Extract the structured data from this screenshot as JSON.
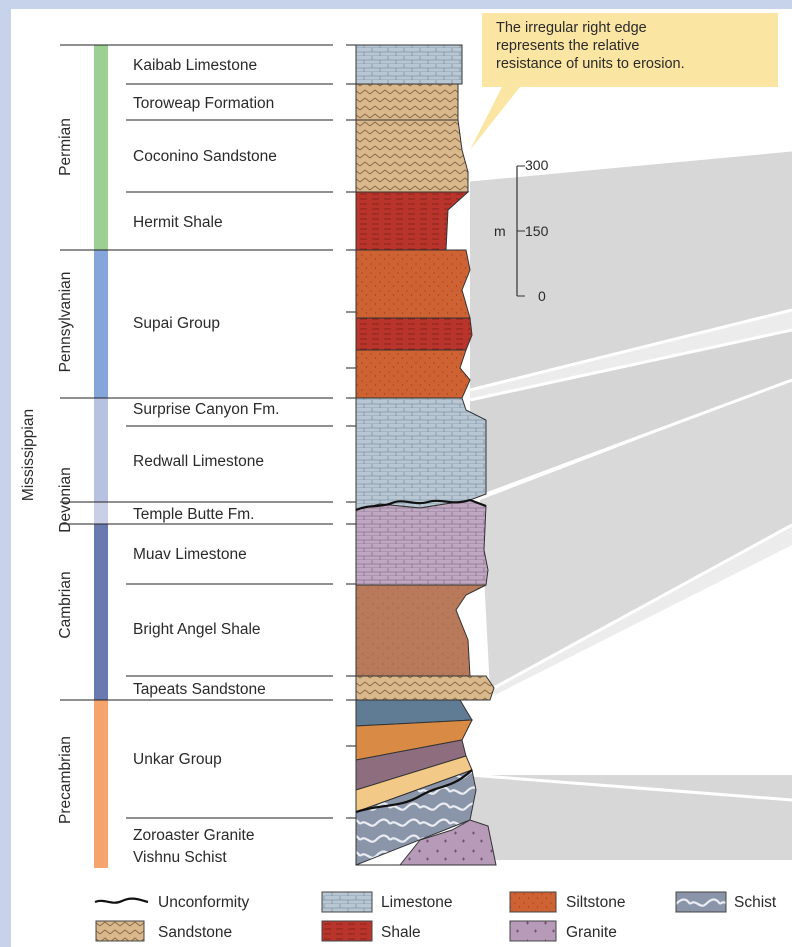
{
  "periods": [
    {
      "label": "Permian",
      "color": "#9ccf92"
    },
    {
      "label": "Pennsylvanian",
      "color": "#85a6db"
    },
    {
      "label": "Mississippian",
      "color": "#b6c2e0"
    },
    {
      "label": "Devonian",
      "color": "#c9cfe7"
    },
    {
      "label": "Cambrian",
      "color": "#6a7ab0"
    },
    {
      "label": "Precambrian",
      "color": "#f6a46e"
    }
  ],
  "units": [
    "Kaibab Limestone",
    "Toroweap Formation",
    "Coconino Sandstone",
    "Hermit Shale",
    "Supai Group",
    "Surprise Canyon Fm.",
    "Redwall Limestone",
    "Temple Butte Fm.",
    "Muav Limestone",
    "Bright Angel Shale",
    "Tapeats Sandstone",
    "Unkar Group",
    "Zoroaster Granite",
    "Vishnu Schist"
  ],
  "scale_bar": {
    "unit": "m",
    "ticks": [
      "300",
      "150",
      "0"
    ]
  },
  "callout": [
    "The irregular right edge",
    "represents the relative",
    "resistance of units to erosion."
  ],
  "legend": [
    {
      "label": "Unconformity",
      "icon": "unconformity-line"
    },
    {
      "label": "Limestone",
      "icon": "limestone-swatch"
    },
    {
      "label": "Siltstone",
      "icon": "siltstone-swatch"
    },
    {
      "label": "Schist",
      "icon": "schist-swatch"
    },
    {
      "label": "Sandstone",
      "icon": "sandstone-swatch"
    },
    {
      "label": "Shale",
      "icon": "shale-swatch"
    },
    {
      "label": "Granite",
      "icon": "granite-swatch"
    }
  ],
  "colors": {
    "limestone": "#b9c7d3",
    "sandstone": "#d9b98c",
    "siltstone": "#cf6233",
    "shale": "#b9342b",
    "muav": "#bfa8c2",
    "bright_angel": "#b87a5a",
    "unkar_orange": "#d98a44",
    "unkar_tan": "#f3c987",
    "unkar_purple": "#8e6e7e",
    "granite": "#b79ab8",
    "schist": "#8a95aa",
    "callout": "#fbe5a3",
    "background": "#c7d3ea"
  }
}
